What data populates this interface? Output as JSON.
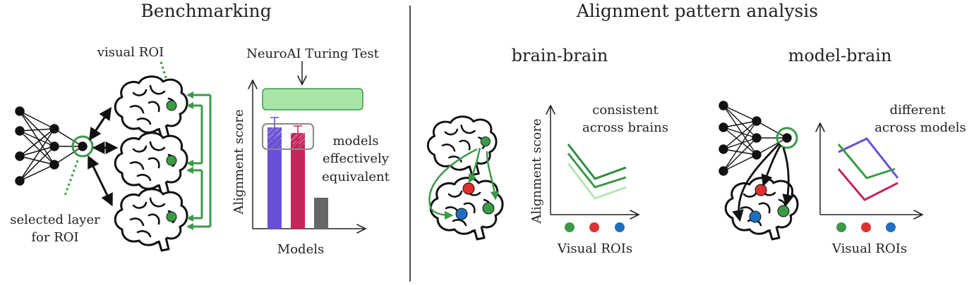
{
  "left_panel": {
    "title": "Benchmarking",
    "visual_roi_label": "visual ROI",
    "selected_layer_label_line1": "selected layer",
    "selected_layer_label_line2": "for ROI",
    "turing_test_label": "NeuroAI Turing Test",
    "equivalent_line1": "models",
    "equivalent_line2": "effectively",
    "equivalent_line3": "equivalent",
    "chart_ylabel": "Alignment score",
    "chart_xlabel": "Models"
  },
  "right_panel": {
    "title": "Alignment pattern analysis",
    "brain_brain": {
      "title": "brain-brain",
      "annotation_line1": "consistent",
      "annotation_line2": "across brains",
      "ylabel": "Alignment score",
      "xlabel": "Visual ROIs"
    },
    "model_brain": {
      "title": "model-brain",
      "annotation_line1": "different",
      "annotation_line2": "across models",
      "xlabel": "Visual ROIs"
    }
  },
  "colors": {
    "green": "#3a9a48",
    "light_green": "#a8e6a8",
    "purple": "#6a4fd8",
    "crimson": "#c4255a",
    "gray": "#666666",
    "red_dot": "#e03030",
    "blue_dot": "#1f6fc0"
  },
  "chart_data": {
    "type": "bar",
    "categories": [
      "",
      "",
      ""
    ],
    "values": [
      0.72,
      0.68,
      0.22
    ],
    "ylabel": "Alignment score",
    "xlabel": "Models"
  }
}
